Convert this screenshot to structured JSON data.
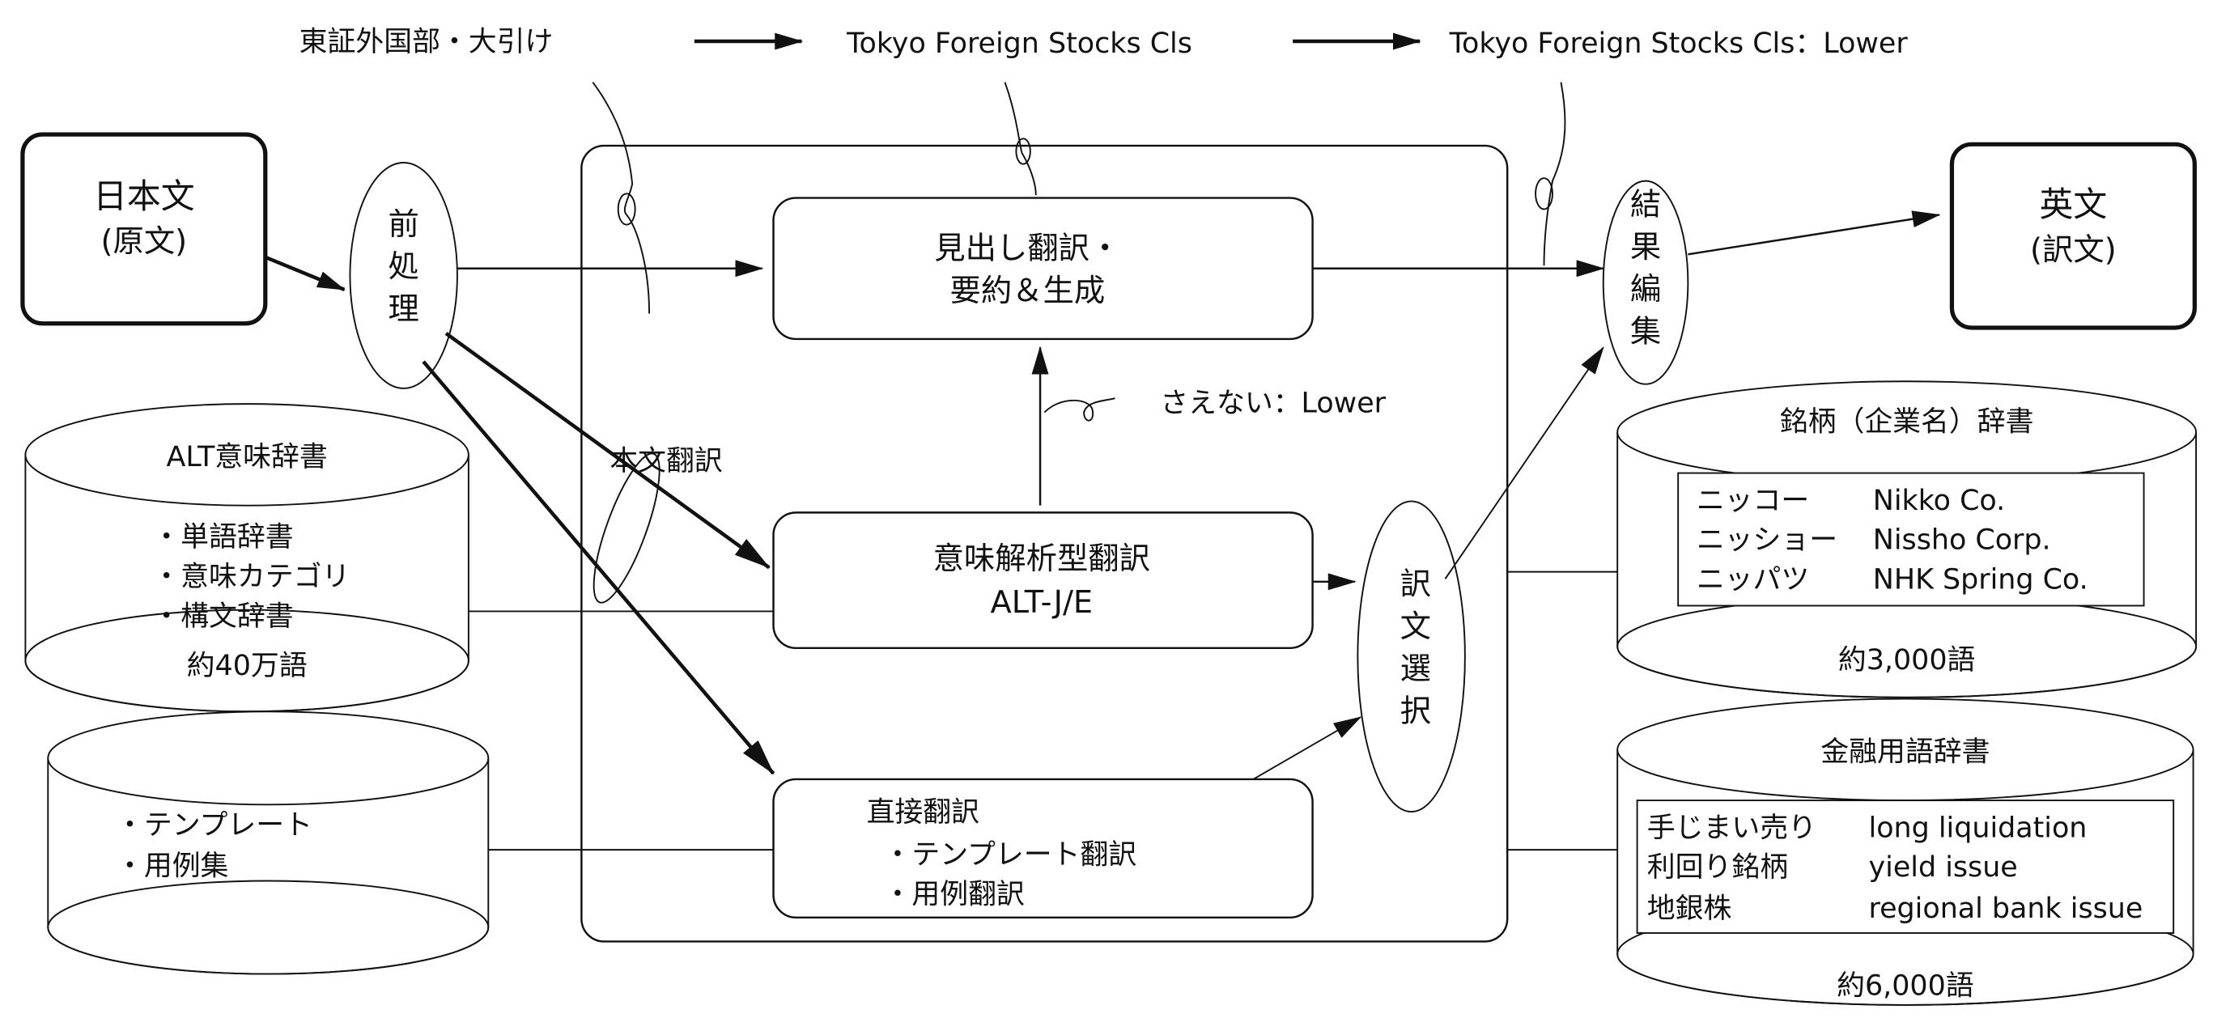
{
  "header_flow": {
    "step1": "東証外国部・大引け",
    "step2": "Tokyo Foreign Stocks Cls",
    "step3": "Tokyo Foreign Stocks Cls：Lower"
  },
  "input_box": {
    "line1": "日本文",
    "line2": "(原文)"
  },
  "output_box": {
    "line1": "英文",
    "line2": "(訳文)"
  },
  "preprocess": {
    "chars": [
      "前",
      "処",
      "理"
    ]
  },
  "result_edit": {
    "chars": [
      "結",
      "果",
      "編",
      "集"
    ]
  },
  "translation_select": {
    "chars": [
      "訳",
      "文",
      "選",
      "択"
    ]
  },
  "headline_box": {
    "line1": "見出し翻訳・",
    "line2": "要約＆生成"
  },
  "semantic_box": {
    "line1": "意味解析型翻訳",
    "line2": "ALT-J/E"
  },
  "direct_box": {
    "title": "直接翻訳",
    "items": [
      "・テンプレート翻訳",
      "・用例翻訳"
    ]
  },
  "body_translation_label": "本文翻訳",
  "saenai_note": "さえない：Lower",
  "alt_dictionary": {
    "title": "ALT意味辞書",
    "items": [
      "・単語辞書",
      "・意味カテゴリ",
      "・構文辞書"
    ],
    "size": "約40万語"
  },
  "template_db": {
    "items": [
      "・テンプレート",
      "・用例集"
    ]
  },
  "company_dictionary": {
    "title": "銘柄（企業名）辞書",
    "entries": [
      {
        "ja": "ニッコー",
        "en": "Nikko Co."
      },
      {
        "ja": "ニッショー",
        "en": "Nissho Corp."
      },
      {
        "ja": "ニッパツ",
        "en": "NHK Spring Co."
      }
    ],
    "size": "約3,000語"
  },
  "finance_dictionary": {
    "title": "金融用語辞書",
    "entries": [
      {
        "ja": "手じまい売り",
        "en": "long liquidation"
      },
      {
        "ja": "利回り銘柄",
        "en": "yield issue"
      },
      {
        "ja": "地銀株",
        "en": "regional bank issue"
      }
    ],
    "size": "約6,000語"
  }
}
